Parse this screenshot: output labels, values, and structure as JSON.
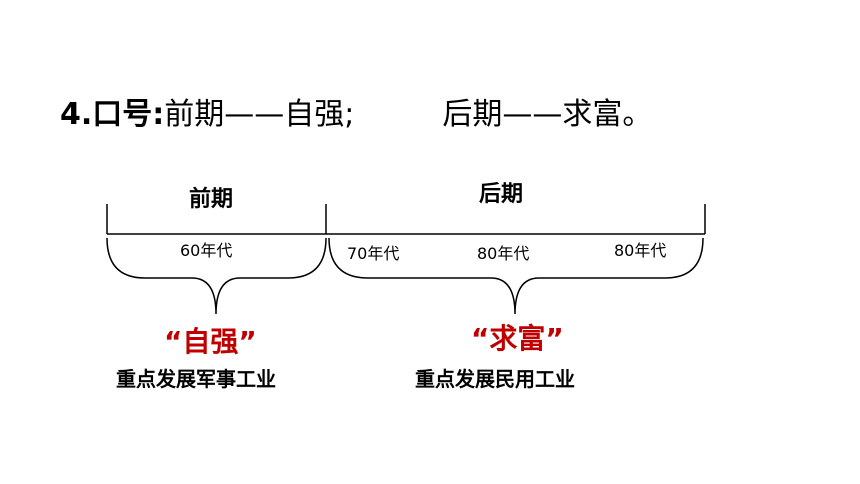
{
  "slogan": {
    "heading": "4.口号:",
    "early_text": "前期——自强;",
    "later_text": "后期——求富。"
  },
  "timeline": {
    "early_label": "前期",
    "late_label": "后期",
    "decades": [
      "60年代",
      "70年代",
      "80年代",
      "80年代"
    ]
  },
  "outcomes": {
    "early_slogan": "“自强”",
    "early_focus": "重点发展军事工业",
    "late_slogan": "“求富”",
    "late_focus": "重点发展民用工业"
  },
  "colors": {
    "accent": "#c00000",
    "text": "#000000"
  }
}
